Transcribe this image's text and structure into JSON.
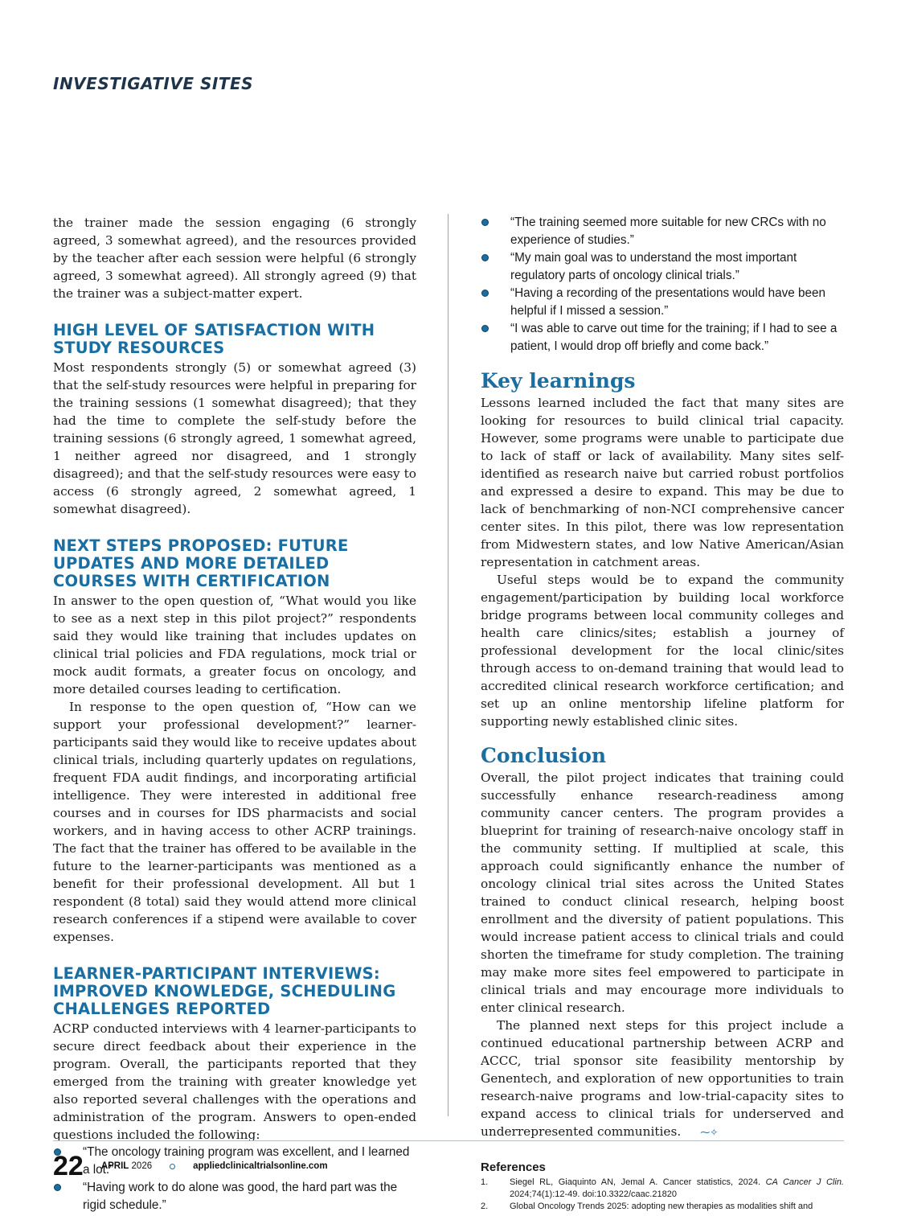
{
  "header": {
    "section_label": "INVESTIGATIVE SITES"
  },
  "left": {
    "intro": "the trainer made the session engaging (6 strongly agreed, 3 somewhat agreed), and the resources provided by the teacher after each session were helpful (6 strongly agreed, 3 somewhat agreed). All strongly agreed (9) that the trainer was a subject-matter expert.",
    "h1": "HIGH LEVEL OF SATISFACTION WITH STUDY RESOURCES",
    "p1": "Most respondents strongly (5) or somewhat agreed (3) that the self-study resources were helpful in preparing for the training sessions (1 somewhat disagreed); that they had the time to complete the self-study before the training sessions (6 strongly agreed, 1 somewhat agreed, 1 neither agreed nor disagreed, and 1 strongly disagreed); and that the self-study resources were easy to access (6 strongly agreed, 2 somewhat agreed, 1 somewhat disagreed).",
    "h2": "NEXT STEPS PROPOSED: FUTURE UPDATES AND MORE DETAILED COURSES WITH CERTIFICATION",
    "p2": "In answer to the open question of, “What would you like to see as a next step in this pilot project?” respondents said they would like training that includes updates on clinical trial policies and FDA regulations, mock trial or mock audit formats, a greater focus on oncology, and more detailed courses leading to certification.",
    "p3": "In response to the open question of, “How can we support your professional development?” learner-participants said they would like to receive updates about clinical trials, including quarterly updates on regulations, frequent FDA audit findings, and incorporating artificial intelligence. They were interested in additional free courses and in courses for IDS pharmacists and social workers, and in having access to other ACRP trainings. The fact that the trainer has offered to be available in the future to the learner-participants was mentioned as a benefit for their professional development. All but 1 respondent (8 total) said they would attend more clinical research conferences if a stipend were available to cover expenses.",
    "h3": "LEARNER-PARTICIPANT INTERVIEWS: IMPROVED KNOWLEDGE, SCHEDULING CHALLENGES REPORTED",
    "p4": "ACRP conducted interviews with 4 learner-participants to secure direct feedback about their experience in the program. Overall, the participants reported that they emerged from the training with greater knowledge yet also reported several challenges with the operations and administration of the program. Answers to open-ended questions included the following:",
    "bullets": [
      "“The oncology training program was excellent, and I learned a lot.”",
      "“Having work to do alone was good, the hard part was the rigid schedule.”"
    ]
  },
  "right": {
    "bullets": [
      "“The training seemed more suitable for new CRCs with no experience of studies.”",
      "“My main goal was to understand the most important regulatory parts of oncology clinical trials.”",
      "“Having a recording of the presentations would have been helpful if I missed a session.”",
      "“I was able to carve out time for the training; if I had to see a patient, I would drop off briefly and come back.”"
    ],
    "key_title": "Key learnings",
    "key_p1": "Lessons learned included the fact that many sites are looking for resources to build clinical trial capacity. However, some programs were unable to participate due to lack of staff or lack of availability. Many sites self-identified as research naive but carried robust portfolios and expressed a desire to expand. This may be due to lack of benchmarking of non-NCI comprehensive cancer center sites. In this pilot, there was low representation from Midwestern states, and low Native American/Asian representation in catchment areas.",
    "key_p2": "Useful steps would be to expand the community engagement/participation by building local workforce bridge programs between local community colleges and health care clinics/sites; establish a journey of professional development for the local clinic/sites through access to on-demand training that would lead to accredited clinical research workforce certification; and set up an online mentorship lifeline platform for supporting newly established clinic sites.",
    "concl_title": "Conclusion",
    "concl_p1": "Overall, the pilot project indicates that training could successfully enhance research-readiness among community cancer centers. The program provides a blueprint for training of research-naive oncology staff in the community setting. If multiplied at scale, this approach could significantly enhance the number of oncology clinical trial sites across the United States trained to conduct clinical research, helping boost enrollment and the diversity of patient populations. This would increase patient access to clinical trials and could shorten the timeframe for study completion. The training may make more sites feel empowered to participate in clinical trials and may encourage more individuals to enter clinical research.",
    "concl_p2": "The planned next steps for this project include a continued educational partnership between ACRP and ACCC, trial sponsor site feasibility mentorship by Genentech, and exploration of new opportunities to train research-naive programs and low-trial-capacity sites to expand access to clinical trials for underserved and underrepresented communities.",
    "end_mark": "⁓✧"
  },
  "references": {
    "title": "References",
    "items": [
      {
        "num": "1.",
        "before": "Siegel RL, Giaquinto AN, Jemal A. Cancer statistics, 2024. ",
        "journal": "CA Cancer J Clin.",
        "after": " 2024;74(1):12-49. doi:10.3322/caac.21820"
      },
      {
        "num": "2.",
        "before": "Global Oncology Trends 2025: adopting new therapies as modalities shift and",
        "journal": "",
        "after": ""
      }
    ]
  },
  "footer": {
    "page_number": "22",
    "month": "APRIL",
    "year": "2026",
    "website": "appliedclinicaltrialsonline.com"
  }
}
